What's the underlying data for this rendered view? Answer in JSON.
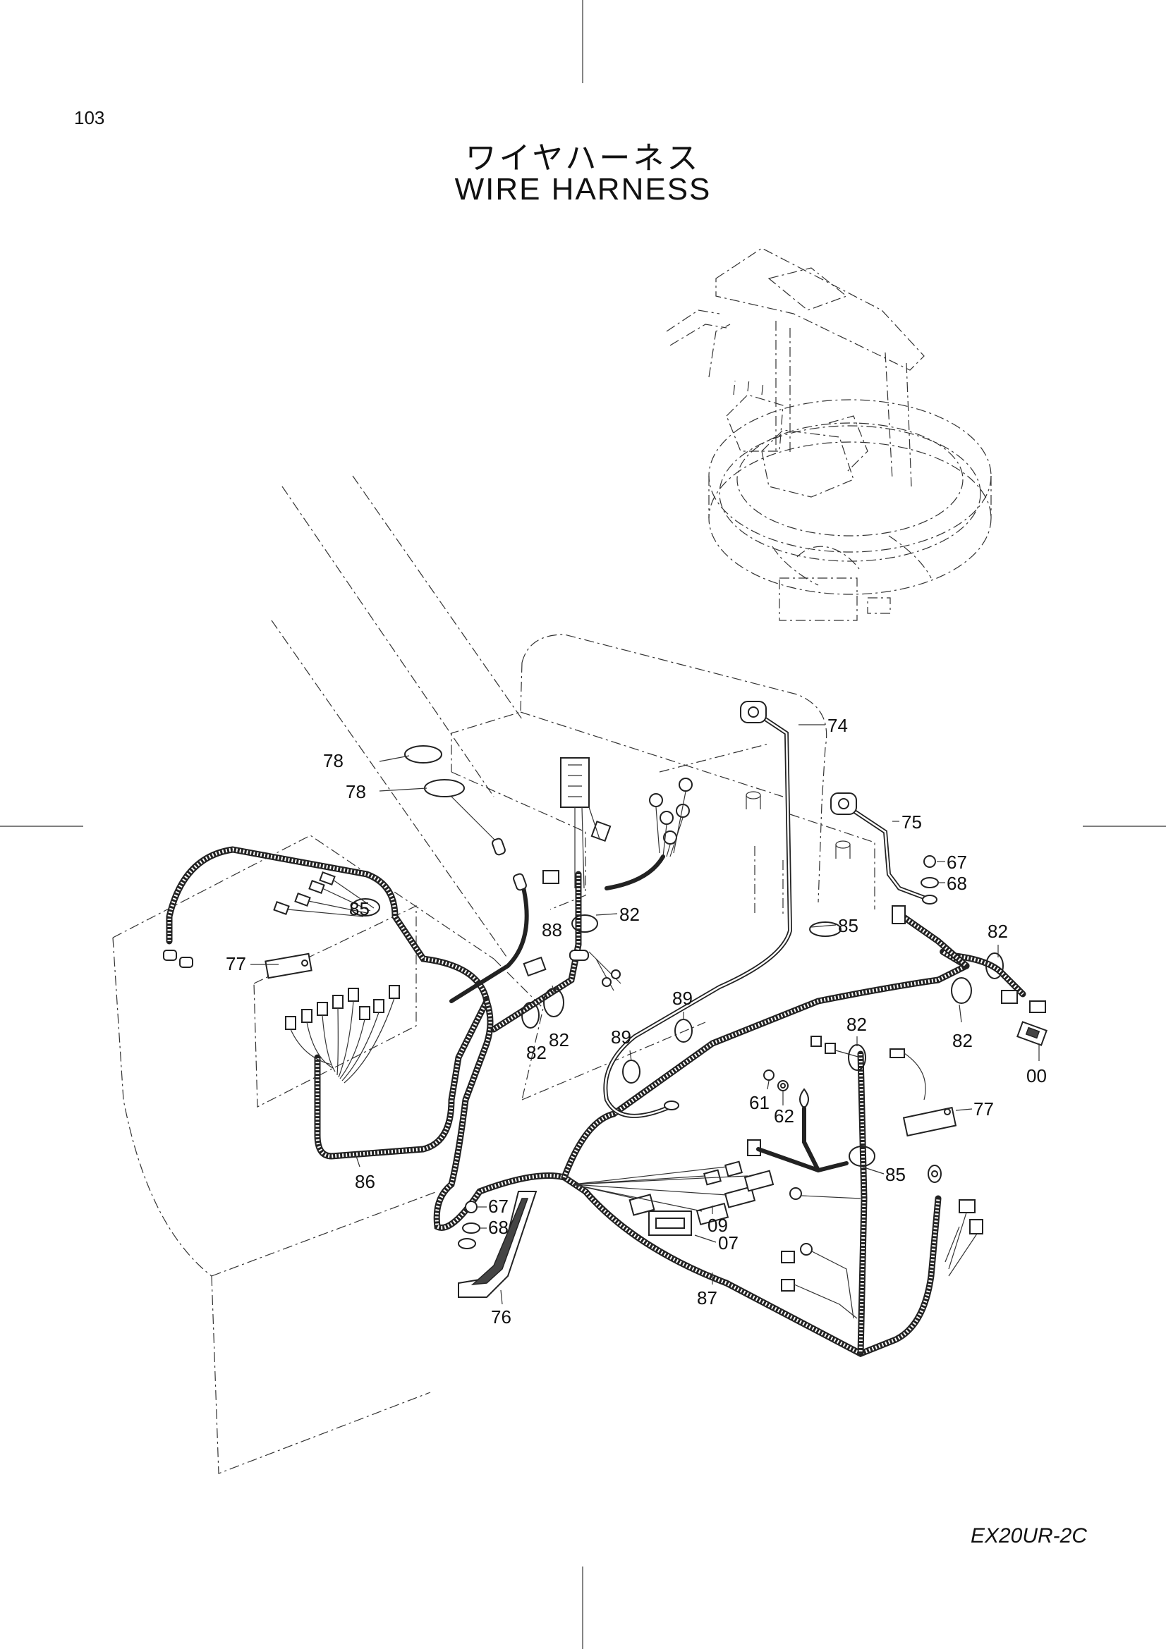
{
  "page": {
    "number": "103",
    "model": "EX20UR-2C"
  },
  "title": {
    "japanese": "ワイヤハーネス",
    "english": "WIRE  HARNESS"
  },
  "callouts": [
    {
      "id": "c74",
      "text": "74"
    },
    {
      "id": "c78a",
      "text": "78"
    },
    {
      "id": "c78b",
      "text": "78"
    },
    {
      "id": "c75",
      "text": "75"
    },
    {
      "id": "c67a",
      "text": "67"
    },
    {
      "id": "c68a",
      "text": "68"
    },
    {
      "id": "c82a",
      "text": "82"
    },
    {
      "id": "c88",
      "text": "88"
    },
    {
      "id": "c85a",
      "text": "85"
    },
    {
      "id": "c85b",
      "text": "85"
    },
    {
      "id": "c82b",
      "text": "82"
    },
    {
      "id": "c77a",
      "text": "77"
    },
    {
      "id": "c89a",
      "text": "89"
    },
    {
      "id": "c89b",
      "text": "89"
    },
    {
      "id": "c82c",
      "text": "82"
    },
    {
      "id": "c82d",
      "text": "82"
    },
    {
      "id": "c82e",
      "text": "82"
    },
    {
      "id": "c82f",
      "text": "82"
    },
    {
      "id": "c00",
      "text": "00"
    },
    {
      "id": "c61",
      "text": "61"
    },
    {
      "id": "c62",
      "text": "62"
    },
    {
      "id": "c77b",
      "text": "77"
    },
    {
      "id": "c85c",
      "text": "85"
    },
    {
      "id": "c86",
      "text": "86"
    },
    {
      "id": "c67b",
      "text": "67"
    },
    {
      "id": "c68b",
      "text": "68"
    },
    {
      "id": "c09",
      "text": "09"
    },
    {
      "id": "c07",
      "text": "07"
    },
    {
      "id": "c76",
      "text": "76"
    },
    {
      "id": "c87",
      "text": "87"
    }
  ]
}
